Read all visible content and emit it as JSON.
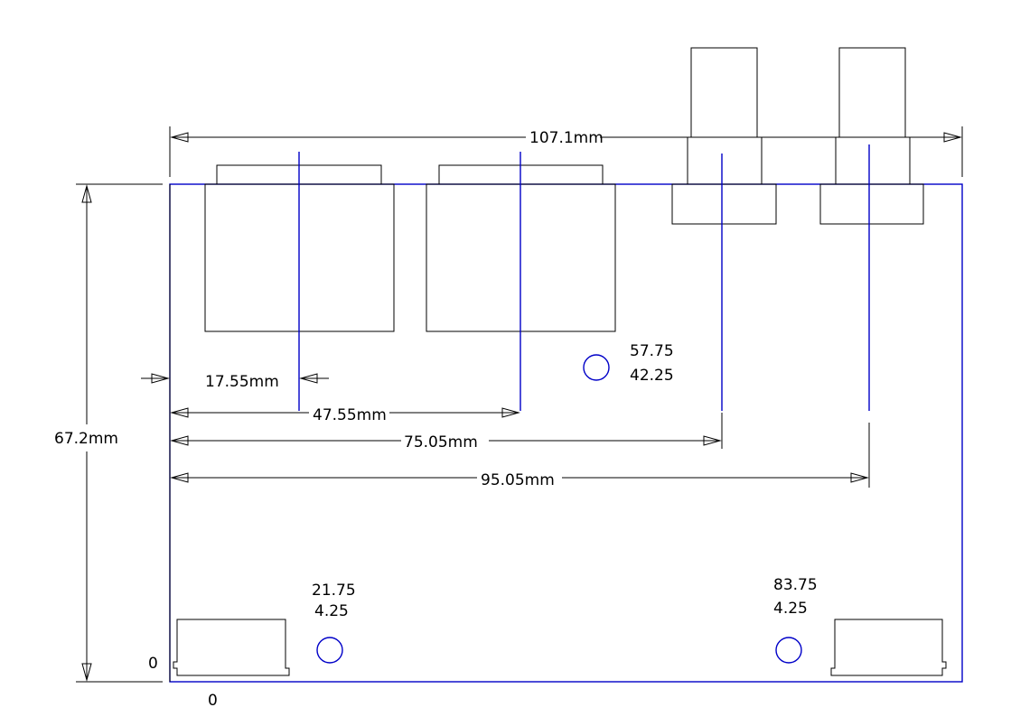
{
  "dimensions": {
    "overall_width": "107.1mm",
    "overall_height": "67.2mm",
    "dim_17": "17.55mm",
    "dim_47": "47.55mm",
    "dim_75": "75.05mm",
    "dim_95": "95.05mm"
  },
  "holes": [
    {
      "x_label": "57.75",
      "y_label": "42.25"
    },
    {
      "x_label": "21.75",
      "y_label": "4.25"
    },
    {
      "x_label": "83.75",
      "y_label": "4.25"
    }
  ],
  "origin": {
    "x_label": "0",
    "y_label": "0"
  },
  "colors": {
    "outline": "#0000c8",
    "lines": "#000000"
  }
}
